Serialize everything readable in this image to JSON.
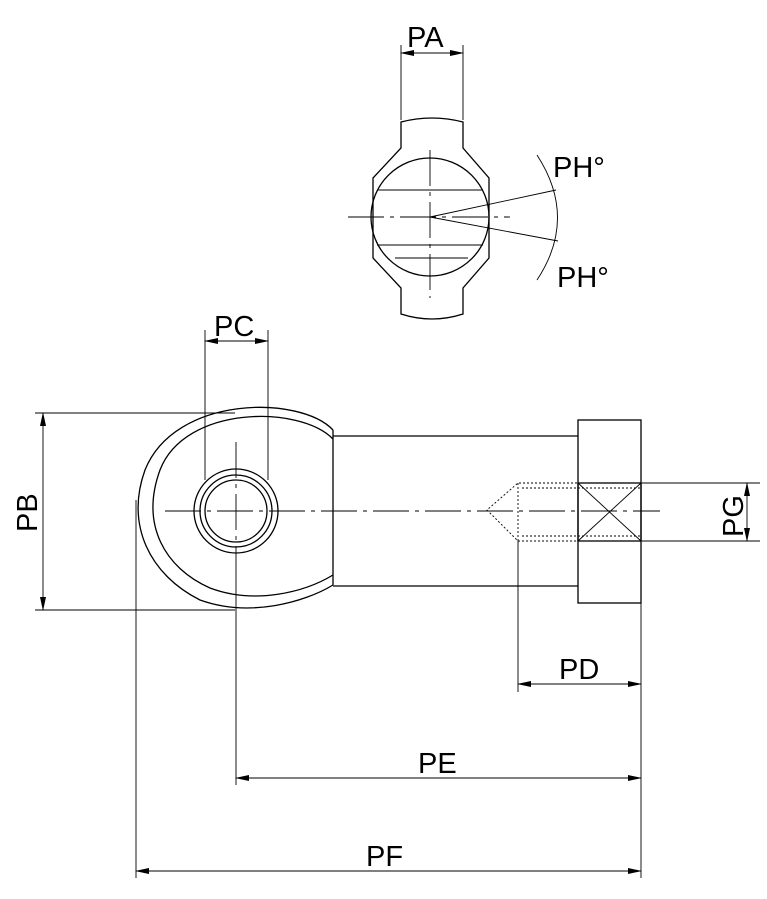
{
  "labels": {
    "pa": "PA",
    "pb": "PB",
    "pc": "PC",
    "pd": "PD",
    "pe": "PE",
    "pf": "PF",
    "pg": "PG",
    "ph_top": "PH°",
    "ph_bottom": "PH°"
  }
}
